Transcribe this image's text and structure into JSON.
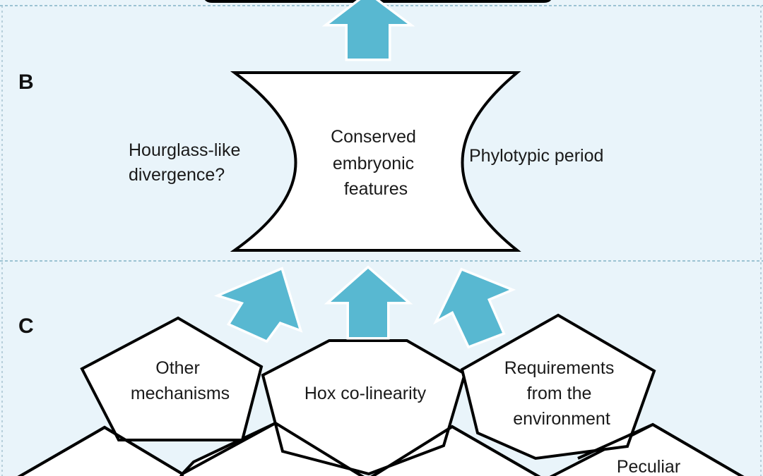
{
  "panels": {
    "b": {
      "label": "B"
    },
    "c": {
      "label": "C"
    }
  },
  "hourglass": {
    "center_lines": [
      "Conserved",
      "embryonic",
      "features"
    ],
    "left_lines": [
      "Hourglass-like",
      "divergence?"
    ],
    "right_label": "Phylotypic period"
  },
  "mechanisms": [
    {
      "lines": [
        "Other",
        "mechanisms"
      ]
    },
    {
      "lines": [
        "Hox co-linearity"
      ]
    },
    {
      "lines": [
        "Requirements",
        "from the",
        "environment"
      ]
    },
    {
      "lines": [
        "Peculiar"
      ]
    }
  ],
  "colors": {
    "background": "#e9f4fa",
    "arrow": "#58b8d1",
    "outline": "#000000",
    "divider": "#9cc3d3"
  }
}
